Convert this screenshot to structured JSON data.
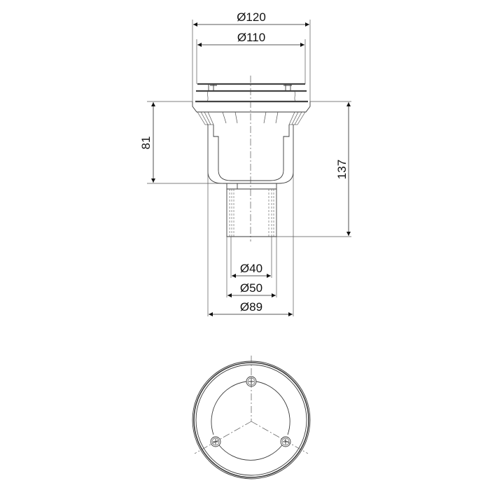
{
  "drawing": {
    "title": "Drain outlet technical drawing",
    "views": [
      "side-elevation",
      "top-plan"
    ],
    "dimensions": {
      "top_outer_diameter": "Ø120",
      "top_inner_diameter": "Ø110",
      "body_height": "81",
      "total_height": "137",
      "pipe_inner_diameter": "Ø40",
      "pipe_outer_diameter": "Ø50",
      "body_diameter": "Ø89"
    },
    "colors": {
      "line": "#3a3a3a",
      "text": "#111111",
      "background": "#ffffff"
    }
  }
}
